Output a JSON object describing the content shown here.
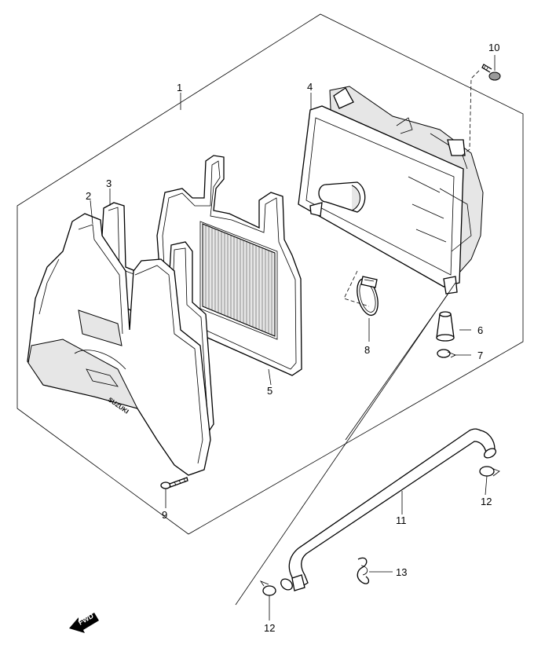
{
  "diagram": {
    "brand_mark": "SUZUKI",
    "direction_arrow": "FWD",
    "callouts": {
      "c1": "1",
      "c2": "2",
      "c3": "3",
      "c4": "4",
      "c5": "5",
      "c6": "6",
      "c7": "7",
      "c8": "8",
      "c9": "9",
      "c10": "10",
      "c11": "11",
      "c12a": "12",
      "c12b": "12",
      "c13": "13"
    }
  }
}
